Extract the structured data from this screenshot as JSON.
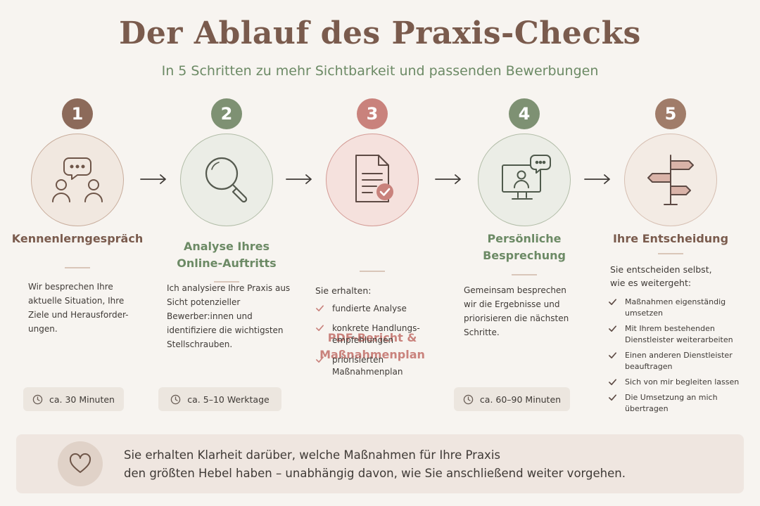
{
  "title": "Der Ablauf des Praxis-Checks",
  "subtitle": "In 5 Schritten zu mehr Sichtbarkeit und passenden Bewerbungen",
  "colors": {
    "brown": "#8c6a5a",
    "green": "#7e9173",
    "rose": "#c9827c",
    "sand": "#a07c69",
    "text": "#3f3a36"
  },
  "steps": [
    {
      "number": "1",
      "icon": "conversation-icon",
      "title_lines": [
        "Kennenlerngespräch"
      ],
      "description": "Wir besprechen Ihre aktuelle Situation, Ihre Ziele und Herausforder-ungen.",
      "duration": "ca. 30 Minuten"
    },
    {
      "number": "2",
      "icon": "magnifier-icon",
      "title_lines": [
        "Analyse Ihres",
        "Online-Auftritts"
      ],
      "description": "Ich analysiere Ihre Praxis aus Sicht potenzieller Bewerber:innen und identifiziere die wichtigsten Stellschrauben.",
      "duration": "ca. 5–10 Werktage"
    },
    {
      "number": "3",
      "icon": "document-check-icon",
      "title_lines": [
        "PDF-Bericht &",
        "Maßnahmenplan"
      ],
      "lead": "Sie erhalten:",
      "items": [
        "fundierte Analyse",
        "konkrete Handlungs-empfehlungen",
        "priorisierten Maßnahmenplan"
      ]
    },
    {
      "number": "4",
      "icon": "video-call-icon",
      "title_lines": [
        "Persönliche",
        "Besprechung"
      ],
      "description": "Gemeinsam besprechen wir die Ergebnisse und priorisieren die nächsten Schritte.",
      "duration": "ca. 60–90 Minuten"
    },
    {
      "number": "5",
      "icon": "signpost-icon",
      "title_lines": [
        "Ihre Entscheidung"
      ],
      "lead_lines": [
        "Sie entscheiden selbst,",
        "wie es weitergeht:"
      ],
      "items": [
        "Maßnahmen eigenständig umsetzen",
        "Mit Ihrem bestehenden Dienstleister weiterarbeiten",
        "Einen anderen Dienstleister beauftragen",
        "Sich von mir begleiten lassen",
        "Die Umsetzung an mich übertragen"
      ]
    }
  ],
  "banner": {
    "icon": "heart-icon",
    "lines": [
      "Sie erhalten Klarheit darüber, welche Maßnahmen für Ihre Praxis",
      "den größten Hebel haben – unabhängig davon, wie Sie anschließend weiter vorgehen."
    ]
  }
}
